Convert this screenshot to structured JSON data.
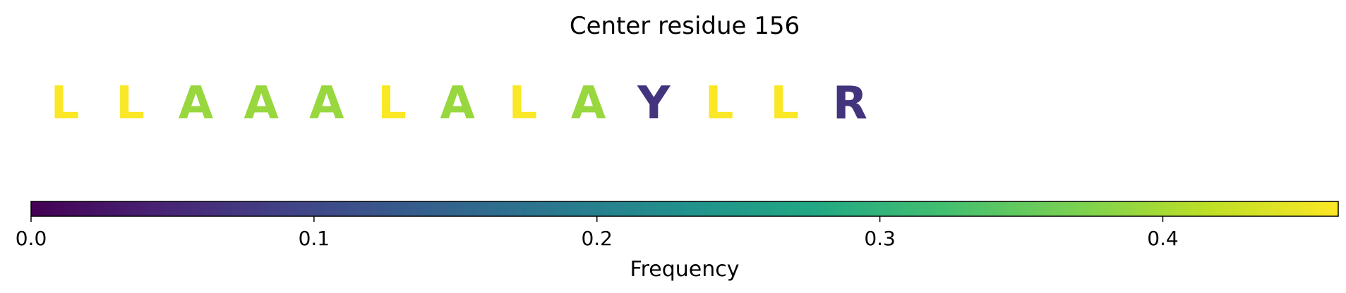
{
  "chart_data": {
    "type": "table",
    "title": "Center residue 156",
    "residues": [
      {
        "letter": "L",
        "frequency": 0.46
      },
      {
        "letter": "L",
        "frequency": 0.46
      },
      {
        "letter": "A",
        "frequency": 0.39
      },
      {
        "letter": "A",
        "frequency": 0.39
      },
      {
        "letter": "A",
        "frequency": 0.39
      },
      {
        "letter": "L",
        "frequency": 0.46
      },
      {
        "letter": "A",
        "frequency": 0.39
      },
      {
        "letter": "L",
        "frequency": 0.46
      },
      {
        "letter": "A",
        "frequency": 0.39
      },
      {
        "letter": "Y",
        "frequency": 0.07
      },
      {
        "letter": "L",
        "frequency": 0.46
      },
      {
        "letter": "L",
        "frequency": 0.46
      },
      {
        "letter": "R",
        "frequency": 0.07
      }
    ],
    "colorbar": {
      "label": "Frequency",
      "colormap": "viridis",
      "range": [
        0,
        0.462
      ],
      "ticks": [
        0.0,
        0.1,
        0.2,
        0.3,
        0.4
      ],
      "tick_labels": [
        "0.0",
        "0.1",
        "0.2",
        "0.3",
        "0.4"
      ]
    }
  }
}
